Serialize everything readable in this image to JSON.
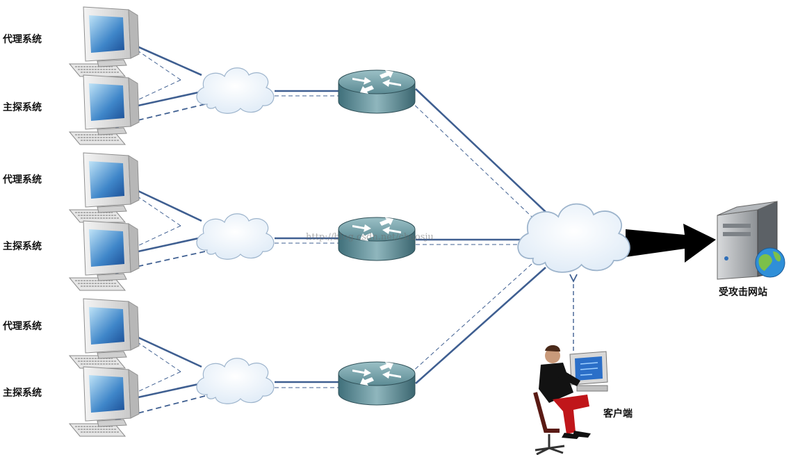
{
  "labels": {
    "agent": "代理系统",
    "master": "主探系统",
    "victim": "受攻击网站",
    "client": "客户端"
  },
  "watermark": "http://blog.csdn.net/chaosju",
  "colors": {
    "attack_line": "#3f5f91",
    "arrow": "#000000",
    "cloud": "#eef4fb",
    "router": "#5f8c96"
  },
  "groups": [
    {
      "agent_label": "代理系统",
      "master_label": "主探系统"
    },
    {
      "agent_label": "代理系统",
      "master_label": "主探系统"
    },
    {
      "agent_label": "代理系统",
      "master_label": "主探系统"
    }
  ]
}
